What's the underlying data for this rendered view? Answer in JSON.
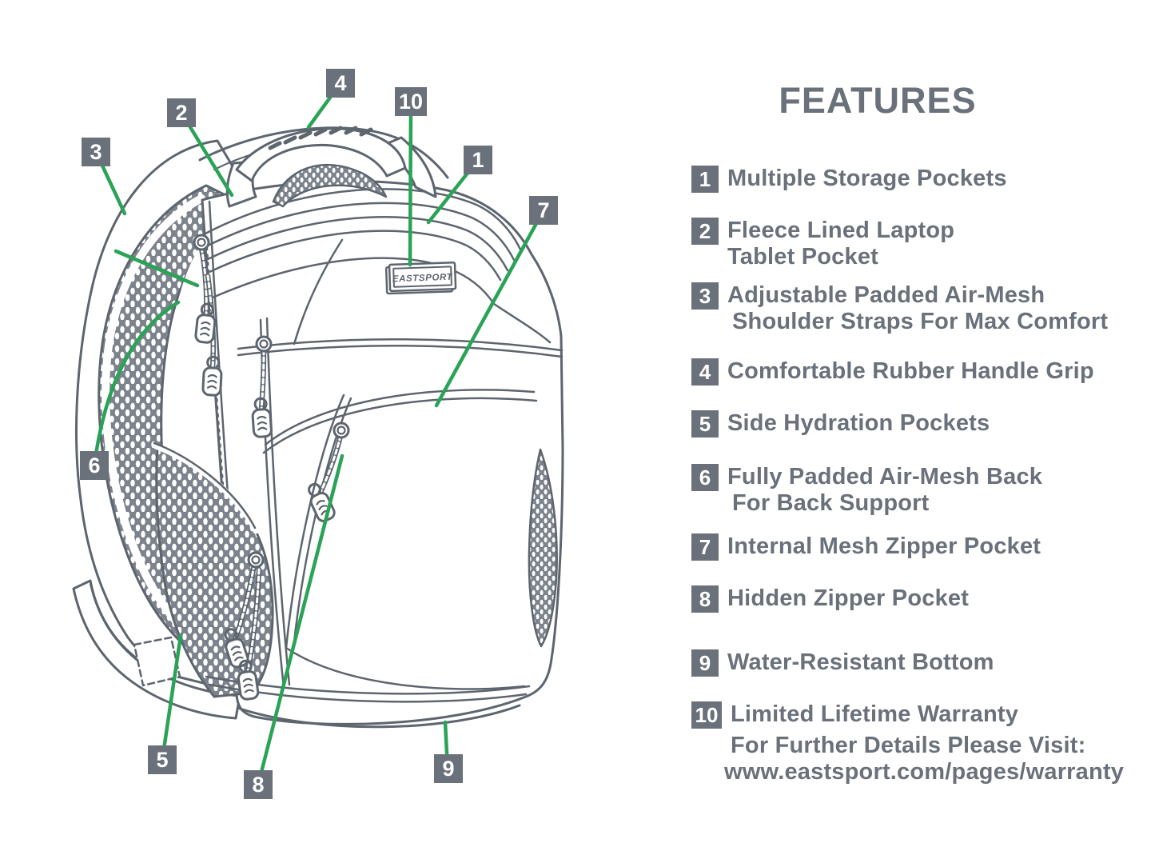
{
  "title": "FEATURES",
  "logo_text": "EASTSPORT",
  "colors": {
    "accent_green": "#2aa356",
    "label_slate": "#6a717a",
    "line_art_gray": "#5d656e",
    "mesh_gray": "#7c838c"
  },
  "features": {
    "items": [
      {
        "num": "1",
        "lines": [
          "Multiple Storage Pockets"
        ]
      },
      {
        "num": "2",
        "lines": [
          "Fleece Lined Laptop",
          "Tablet Pocket"
        ]
      },
      {
        "num": "3",
        "lines": [
          "Adjustable Padded Air-Mesh",
          "Shoulder Straps For Max Comfort"
        ]
      },
      {
        "num": "4",
        "lines": [
          "Comfortable Rubber Handle Grip"
        ]
      },
      {
        "num": "5",
        "lines": [
          "Side Hydration Pockets"
        ]
      },
      {
        "num": "6",
        "lines": [
          "Fully Padded Air-Mesh Back",
          "For Back Support"
        ]
      },
      {
        "num": "7",
        "lines": [
          "Internal Mesh Zipper Pocket"
        ]
      },
      {
        "num": "8",
        "lines": [
          "Hidden Zipper Pocket"
        ]
      },
      {
        "num": "9",
        "lines": [
          "Water-Resistant Bottom"
        ]
      },
      {
        "num": "10",
        "lines": [
          "Limited Lifetime Warranty",
          "For Further Details Please Visit:",
          "www.eastsport.com/pages/warranty"
        ]
      }
    ]
  },
  "diagram": {
    "callouts": [
      {
        "num": "1"
      },
      {
        "num": "2"
      },
      {
        "num": "3"
      },
      {
        "num": "4"
      },
      {
        "num": "5"
      },
      {
        "num": "6"
      },
      {
        "num": "7"
      },
      {
        "num": "8"
      },
      {
        "num": "9"
      },
      {
        "num": "10"
      }
    ]
  }
}
